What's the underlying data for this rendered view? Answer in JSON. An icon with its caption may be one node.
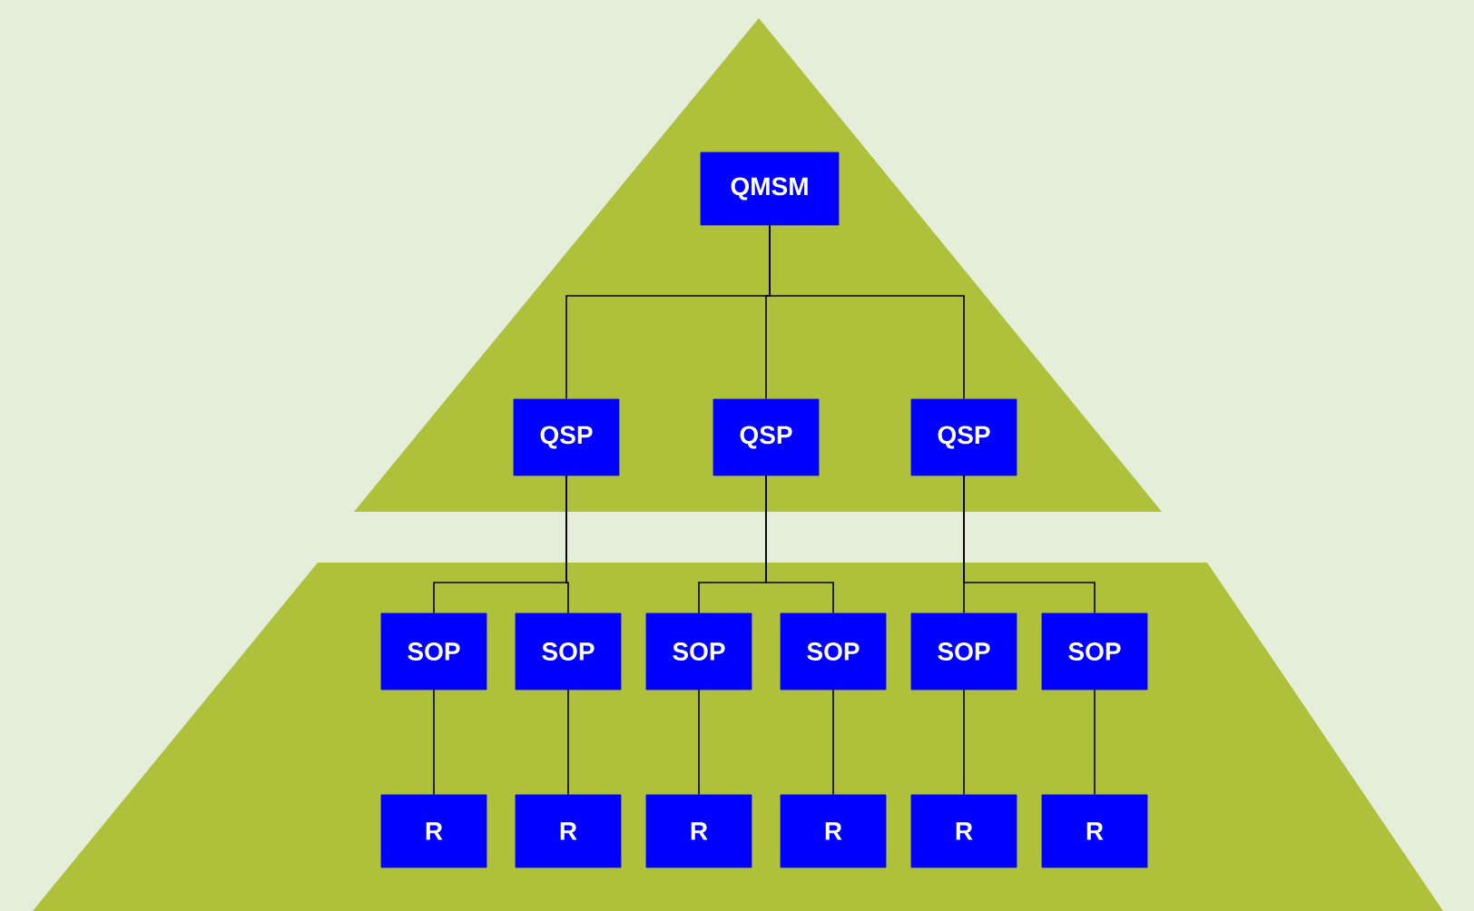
{
  "diagram": {
    "nodes": [
      {
        "text": [
          "QMSM"
        ]
      },
      {
        "text": [
          "QSP"
        ]
      },
      {
        "text": [
          "QSP"
        ]
      },
      {
        "text": [
          "QSP"
        ]
      },
      {
        "text": [
          "SOP"
        ]
      },
      {
        "text": [
          "SOP"
        ]
      },
      {
        "text": [
          "SOP"
        ]
      },
      {
        "text": [
          "SOP"
        ]
      },
      {
        "text": [
          "SOP"
        ]
      },
      {
        "text": [
          "SOP"
        ]
      },
      {
        "text": [
          "R"
        ]
      },
      {
        "text": [
          "R"
        ]
      },
      {
        "text": [
          "R"
        ]
      },
      {
        "text": [
          "R"
        ]
      },
      {
        "text": [
          "R"
        ]
      },
      {
        "text": [
          "R"
        ]
      }
    ],
    "edges": [
      {
        "from": 0,
        "to": 1,
        "arrow": "none"
      },
      {
        "from": 0,
        "to": 2,
        "arrow": "none"
      },
      {
        "from": 0,
        "to": 3,
        "arrow": "none"
      },
      {
        "from": 1,
        "to": 4,
        "arrow": "none"
      },
      {
        "from": 1,
        "to": 5,
        "arrow": "none"
      },
      {
        "from": 2,
        "to": 6,
        "arrow": "none"
      },
      {
        "from": 2,
        "to": 7,
        "arrow": "none"
      },
      {
        "from": 3,
        "to": 8,
        "arrow": "none"
      },
      {
        "from": 3,
        "to": 9,
        "arrow": "none"
      },
      {
        "from": 4,
        "to": 10,
        "arrow": "none"
      },
      {
        "from": 5,
        "to": 11,
        "arrow": "none"
      },
      {
        "from": 6,
        "to": 12,
        "arrow": "none"
      },
      {
        "from": 7,
        "to": 13,
        "arrow": "none"
      },
      {
        "from": 8,
        "to": 14,
        "arrow": "none"
      },
      {
        "from": 9,
        "to": 15,
        "arrow": "none"
      }
    ]
  }
}
